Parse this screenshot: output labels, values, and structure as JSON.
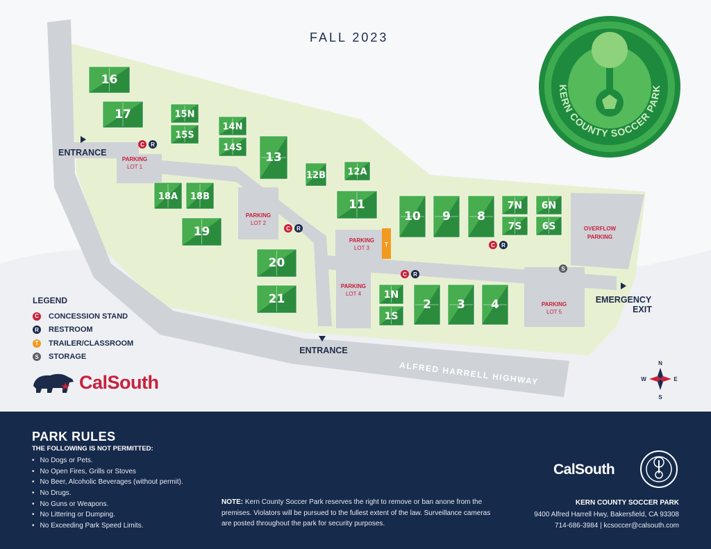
{
  "season": "FALL 2023",
  "park_name_badge": "KERN COUNTY SOCCER PARK",
  "colors": {
    "navy": "#162a4b",
    "concession": "#c8203c",
    "restroom": "#1c2b4a",
    "trailer": "#f29a1f",
    "storage": "#5a5d63",
    "field_green": "#2e9a45",
    "lawn": "#eaf2d7",
    "road": "#cfd2d6"
  },
  "fields": [
    "16",
    "17",
    "15N",
    "15S",
    "14N",
    "14S",
    "13",
    "12B",
    "12A",
    "11",
    "18A",
    "18B",
    "19",
    "20",
    "21",
    "10",
    "9",
    "8",
    "7N",
    "7S",
    "6N",
    "6S",
    "1N",
    "1S",
    "2",
    "3",
    "4"
  ],
  "parking": {
    "lot1": {
      "title": "PARKING",
      "sub": "LOT 1"
    },
    "lot2": {
      "title": "PARKING",
      "sub": "LOT 2"
    },
    "lot3": {
      "title": "PARKING",
      "sub": "LOT 3"
    },
    "lot4": {
      "title": "PARKING",
      "sub": "LOT 4"
    },
    "lot5": {
      "title": "PARKING",
      "sub": "LOT 5"
    },
    "overflow": {
      "title": "OVERFLOW",
      "sub": "PARKING"
    }
  },
  "markers": {
    "concession_letter": "C",
    "restroom_letter": "R",
    "trailer_letter": "T",
    "storage_letter": "S"
  },
  "labels": {
    "entrance_west": "ENTRANCE",
    "entrance_south": "ENTRANCE",
    "emergency_line1": "EMERGENCY",
    "emergency_line2": "EXIT",
    "highway": "ALFRED HARRELL HIGHWAY"
  },
  "compass": {
    "n": "N",
    "s": "S",
    "e": "E",
    "w": "W"
  },
  "legend": {
    "title": "LEGEND",
    "items": [
      {
        "letter": "C",
        "label": "CONCESSION STAND",
        "color": "#c8203c"
      },
      {
        "letter": "R",
        "label": "RESTROOM",
        "color": "#1c2b4a"
      },
      {
        "letter": "T",
        "label": "TRAILER/CLASSROOM",
        "color": "#f29a1f"
      },
      {
        "letter": "S",
        "label": "STORAGE",
        "color": "#5a5d63"
      }
    ]
  },
  "brand": "CalSouth",
  "rules": {
    "title": "PARK RULES",
    "subtitle": "THE FOLLOWING IS NOT PERMITTED:",
    "items": [
      "No Dogs or Pets.",
      "No Open Fires, Grills or Stoves",
      "No Beer, Alcoholic Beverages (without permit).",
      "No Drugs.",
      "No Guns or Weapons.",
      "No Littering or Dumping.",
      "No Exceeding Park Speed Limits."
    ]
  },
  "note": {
    "label": "NOTE:",
    "text": "Kern County Soccer Park reserves the right to remove or ban anone from the premises. Violators will be pursued to the fullest extent of the law. Surveillance cameras are posted throughout the park for security purposes."
  },
  "contact": {
    "name": "KERN COUNTY SOCCER PARK",
    "address": "9400 Alfred Harrell Hwy, Bakersfield, CA 93308",
    "phone_email": "714-686-3984  |  kcsoccer@calsouth.com"
  }
}
